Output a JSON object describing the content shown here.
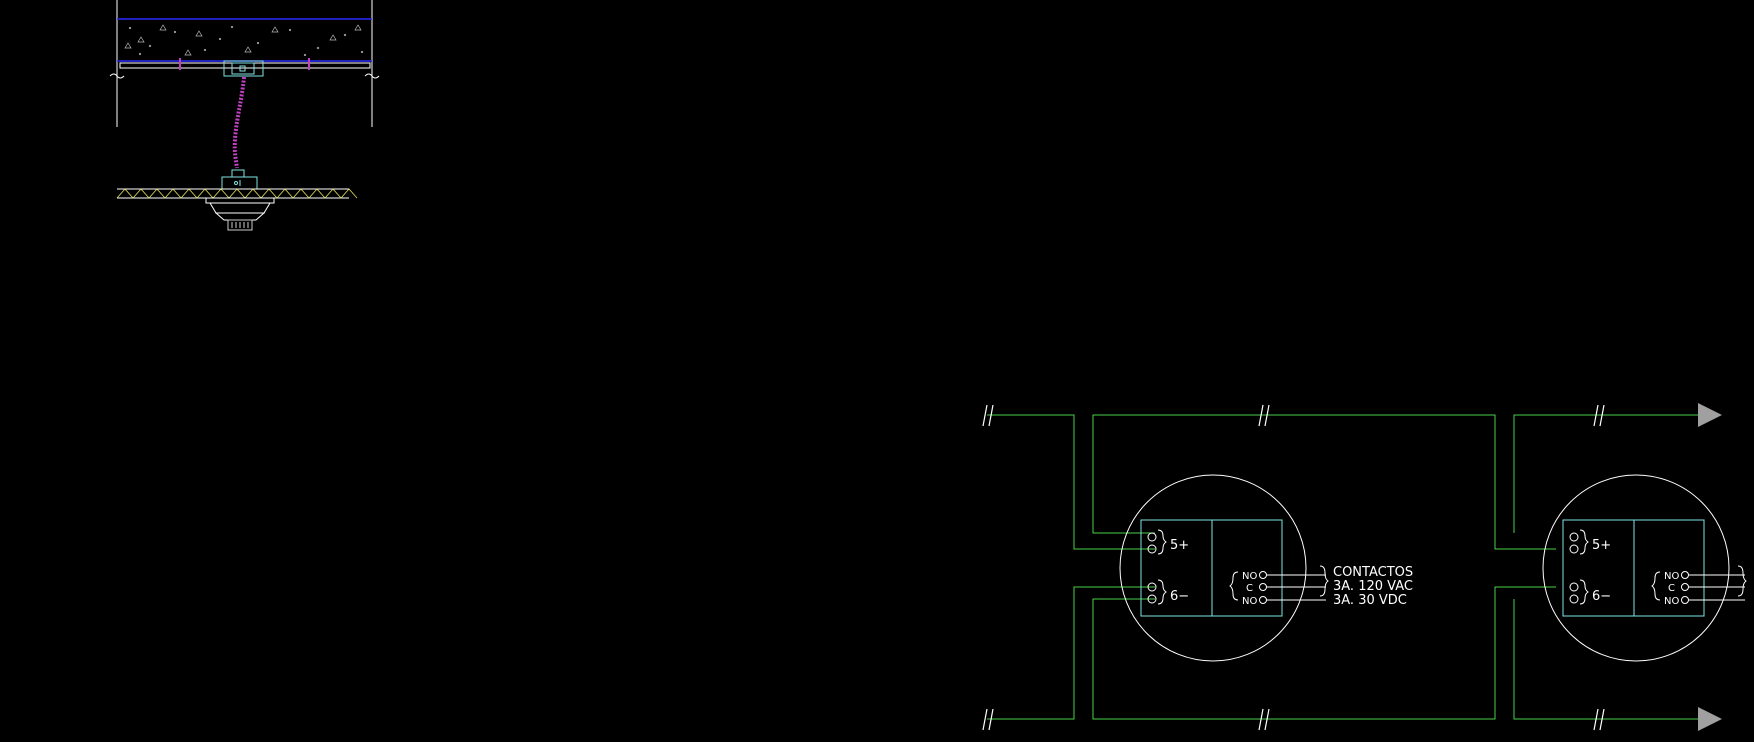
{
  "colors": {
    "background": "#000000",
    "structure": "#FFFFFF",
    "slab_edge": "#2A2AFF",
    "cyan": "#7FE3E3",
    "wire": "#46D046",
    "conduit": "#C040C0",
    "arrow": "#A0A0A0",
    "ceiling_tile": "#E0E060"
  },
  "detector_left": {
    "terminal_plus": "5+",
    "terminal_minus": "6−",
    "contact_no_top": "NO",
    "contact_c": "C",
    "contact_no_bottom": "NO"
  },
  "detector_right": {
    "terminal_plus": "5+",
    "terminal_minus": "6−",
    "contact_no_top": "NO",
    "contact_c": "C",
    "contact_no_bottom": "NO"
  },
  "contacts_note": {
    "line1": "CONTACTOS",
    "line2": "3A. 120 VAC",
    "line3": "3A. 30 VDC"
  },
  "icons": {
    "arrow_top_right": "arrowhead-icon",
    "arrow_bottom_right": "arrowhead-icon",
    "break_marks": "double-slash-icon"
  }
}
